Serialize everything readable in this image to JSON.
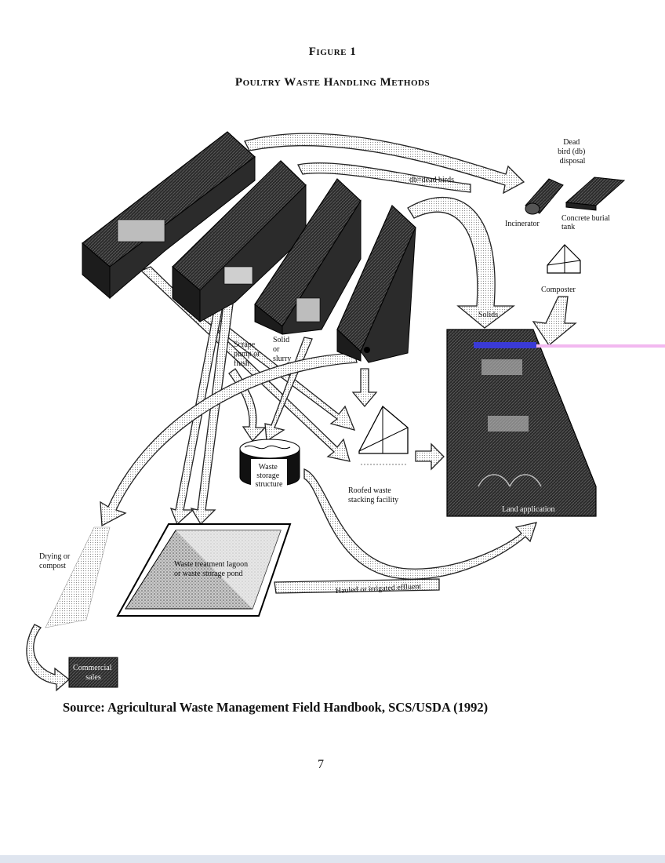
{
  "figure": {
    "number": "Figure 1",
    "title": "Poultry Waste Handling Methods"
  },
  "labels": {
    "dead_bird_disposal": [
      "Dead",
      "bird (db)",
      "disposal"
    ],
    "db_dead_birds": "db=dead birds",
    "incinerator": "Incinerator",
    "concrete_burial_tank": [
      "Concrete burial",
      "tank"
    ],
    "composter": "Composter",
    "solids": "Solids",
    "scrape_pump": [
      "Scrape",
      "pump or",
      "flush"
    ],
    "solid_slurry": [
      "Solid",
      "or",
      "slurry"
    ],
    "waste_storage_structure": [
      "Waste",
      "storage",
      "structure"
    ],
    "roofed_waste_stacking": [
      "Roofed waste",
      "stacking facility"
    ],
    "drying_compost": [
      "Drying or",
      "compost"
    ],
    "lagoon": [
      "Waste treatment lagoon",
      "or waste storage pond"
    ],
    "hauled_irrigated": "Hauled or irrigated effluent",
    "commercial_sales": [
      "Commercial",
      "sales"
    ],
    "land_application": "Land application"
  },
  "source": "Source: Agricultural Waste Management Field Handbook, SCS/USDA (1992)",
  "page_number": "7"
}
